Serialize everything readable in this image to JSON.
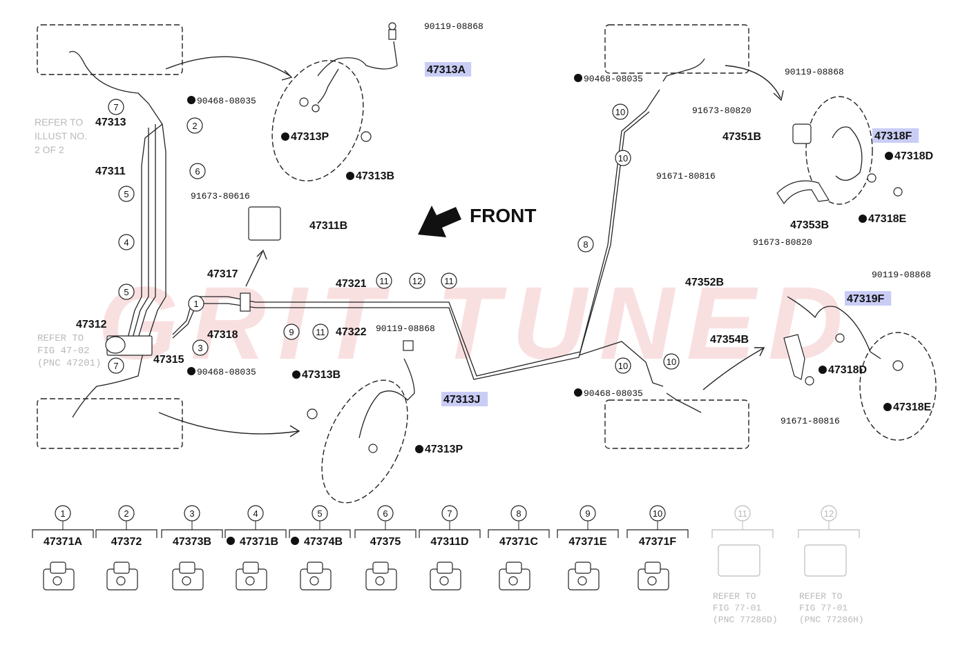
{
  "watermark": "GRIT TUNED",
  "front_label": "FRONT",
  "refer_notes": {
    "illust": [
      "REFER TO",
      "ILLUST NO.",
      "2 OF 2"
    ],
    "fig4702": [
      "REFER TO",
      "FIG 47-02",
      "(PNC 47201)"
    ]
  },
  "callouts": [
    {
      "code": "90119-08868",
      "bullet": false
    },
    {
      "code": "47313A",
      "bullet": false,
      "highlight": true
    },
    {
      "code": "90468-08035",
      "bullet": true
    },
    {
      "code": "47313P",
      "bullet": true
    },
    {
      "code": "47313B",
      "bullet": true
    },
    {
      "code": "47313",
      "bullet": false
    },
    {
      "code": "47311",
      "bullet": false
    },
    {
      "code": "91673-80616",
      "bullet": false
    },
    {
      "code": "47311B",
      "bullet": false
    },
    {
      "code": "47317",
      "bullet": false
    },
    {
      "code": "47321",
      "bullet": false
    },
    {
      "code": "47312",
      "bullet": false
    },
    {
      "code": "47318",
      "bullet": false
    },
    {
      "code": "47322",
      "bullet": false
    },
    {
      "code": "47315",
      "bullet": false
    },
    {
      "code": "90468-08035",
      "bullet": true
    },
    {
      "code": "90119-08868",
      "bullet": false
    },
    {
      "code": "47313B",
      "bullet": true
    },
    {
      "code": "47313J",
      "bullet": false,
      "highlight": true
    },
    {
      "code": "47313P",
      "bullet": true
    },
    {
      "code": "90468-08035",
      "bullet": true
    },
    {
      "code": "90119-08868",
      "bullet": false
    },
    {
      "code": "91673-80820",
      "bullet": false
    },
    {
      "code": "47351B",
      "bullet": false
    },
    {
      "code": "47318F",
      "bullet": false,
      "highlight": true
    },
    {
      "code": "47318D",
      "bullet": true
    },
    {
      "code": "91671-80816",
      "bullet": false
    },
    {
      "code": "47353B",
      "bullet": false
    },
    {
      "code": "47318E",
      "bullet": true
    },
    {
      "code": "91673-80820",
      "bullet": false
    },
    {
      "code": "90119-08868",
      "bullet": false
    },
    {
      "code": "47352B",
      "bullet": false
    },
    {
      "code": "47319F",
      "bullet": false,
      "highlight": true
    },
    {
      "code": "47354B",
      "bullet": false
    },
    {
      "code": "47318D",
      "bullet": true
    },
    {
      "code": "90468-08035",
      "bullet": true
    },
    {
      "code": "91671-80816",
      "bullet": false
    },
    {
      "code": "47318E",
      "bullet": true
    }
  ],
  "circle_markers": [
    "7",
    "2",
    "6",
    "5",
    "4",
    "5",
    "1",
    "3",
    "7",
    "11",
    "12",
    "11",
    "9",
    "11",
    "10",
    "10",
    "8",
    "10",
    "10"
  ],
  "legend": [
    {
      "num": "1",
      "code": "47371A",
      "bullet": false
    },
    {
      "num": "2",
      "code": "47372",
      "bullet": false
    },
    {
      "num": "3",
      "code": "47373B",
      "bullet": false
    },
    {
      "num": "4",
      "code": "47371B",
      "bullet": true
    },
    {
      "num": "5",
      "code": "47374B",
      "bullet": true
    },
    {
      "num": "6",
      "code": "47375",
      "bullet": false
    },
    {
      "num": "7",
      "code": "47311D",
      "bullet": false
    },
    {
      "num": "8",
      "code": "47371C",
      "bullet": false
    },
    {
      "num": "9",
      "code": "47371E",
      "bullet": false
    },
    {
      "num": "10",
      "code": "47371F",
      "bullet": false
    },
    {
      "num": "11",
      "refer": [
        "REFER TO",
        "FIG 77-01",
        "(PNC 77286D)"
      ],
      "disabled": true
    },
    {
      "num": "12",
      "refer": [
        "REFER TO",
        "FIG 77-01",
        "(PNC 77286H)"
      ],
      "disabled": true
    }
  ],
  "colors": {
    "line": "#222222",
    "highlight": "#c9cdf6",
    "watermark": "#f4c7c7",
    "disabled": "#b9b9b9"
  }
}
